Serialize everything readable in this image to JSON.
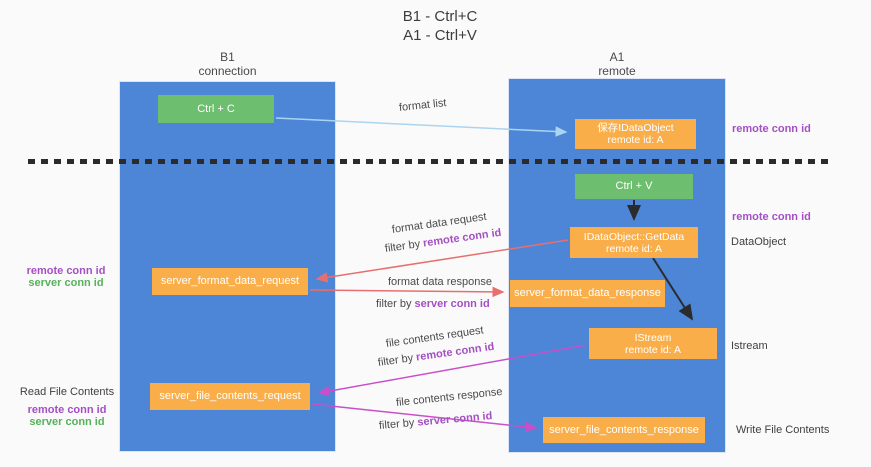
{
  "title": {
    "line1": "B1 - Ctrl+C",
    "line2": "A1 - Ctrl+V"
  },
  "columns": {
    "left": {
      "name": "B1",
      "subtitle": "connection"
    },
    "right": {
      "name": "A1",
      "subtitle": "remote"
    }
  },
  "nodes": {
    "ctrl_c": {
      "label": "Ctrl + C"
    },
    "save_obj": {
      "line1": "保存IDataObject",
      "line2": "remote id: A"
    },
    "ctrl_v": {
      "label": "Ctrl + V"
    },
    "getdata": {
      "line1": "IDataObject::GetData",
      "line2": "remote id: A"
    },
    "format_request": {
      "label": "server_format_data_request"
    },
    "format_response": {
      "label": "server_format_data_response"
    },
    "istream": {
      "line1": "IStream",
      "line2": "remote id: A"
    },
    "file_request": {
      "label": "server_file_contents_request"
    },
    "file_response": {
      "label": "server_file_contents_response"
    }
  },
  "side_labels": {
    "left_remote": "remote conn id",
    "left_server": "server conn id",
    "read_file": "Read File Contents",
    "left_remote2": "remote conn id",
    "left_server2": "server conn id",
    "right_remote_1": "remote conn id",
    "right_remote_2": "remote conn id",
    "data_object": "DataObject",
    "istream": "Istream",
    "write_file": "Write File Contents"
  },
  "edges": {
    "format_list": "format list",
    "format_data_request": "format data request",
    "format_data_response": "format data response",
    "file_contents_request": "file contents request",
    "file_contents_response": "file contents response",
    "filter_by": "filter by ",
    "remote_conn_id": "remote conn id",
    "server_conn_id": "server conn id"
  },
  "colors": {
    "lifeline_blue": "#4d86d7",
    "node_orange": "#f9ae4a",
    "node_green": "#6dbe6e",
    "purple_text": "#a44fc4",
    "green_text": "#55b25a",
    "arrow_blue": "#aad4f0",
    "arrow_salmon": "#e86f6f",
    "arrow_magenta": "#c94fc9",
    "arrow_black": "#2b2b2b"
  }
}
